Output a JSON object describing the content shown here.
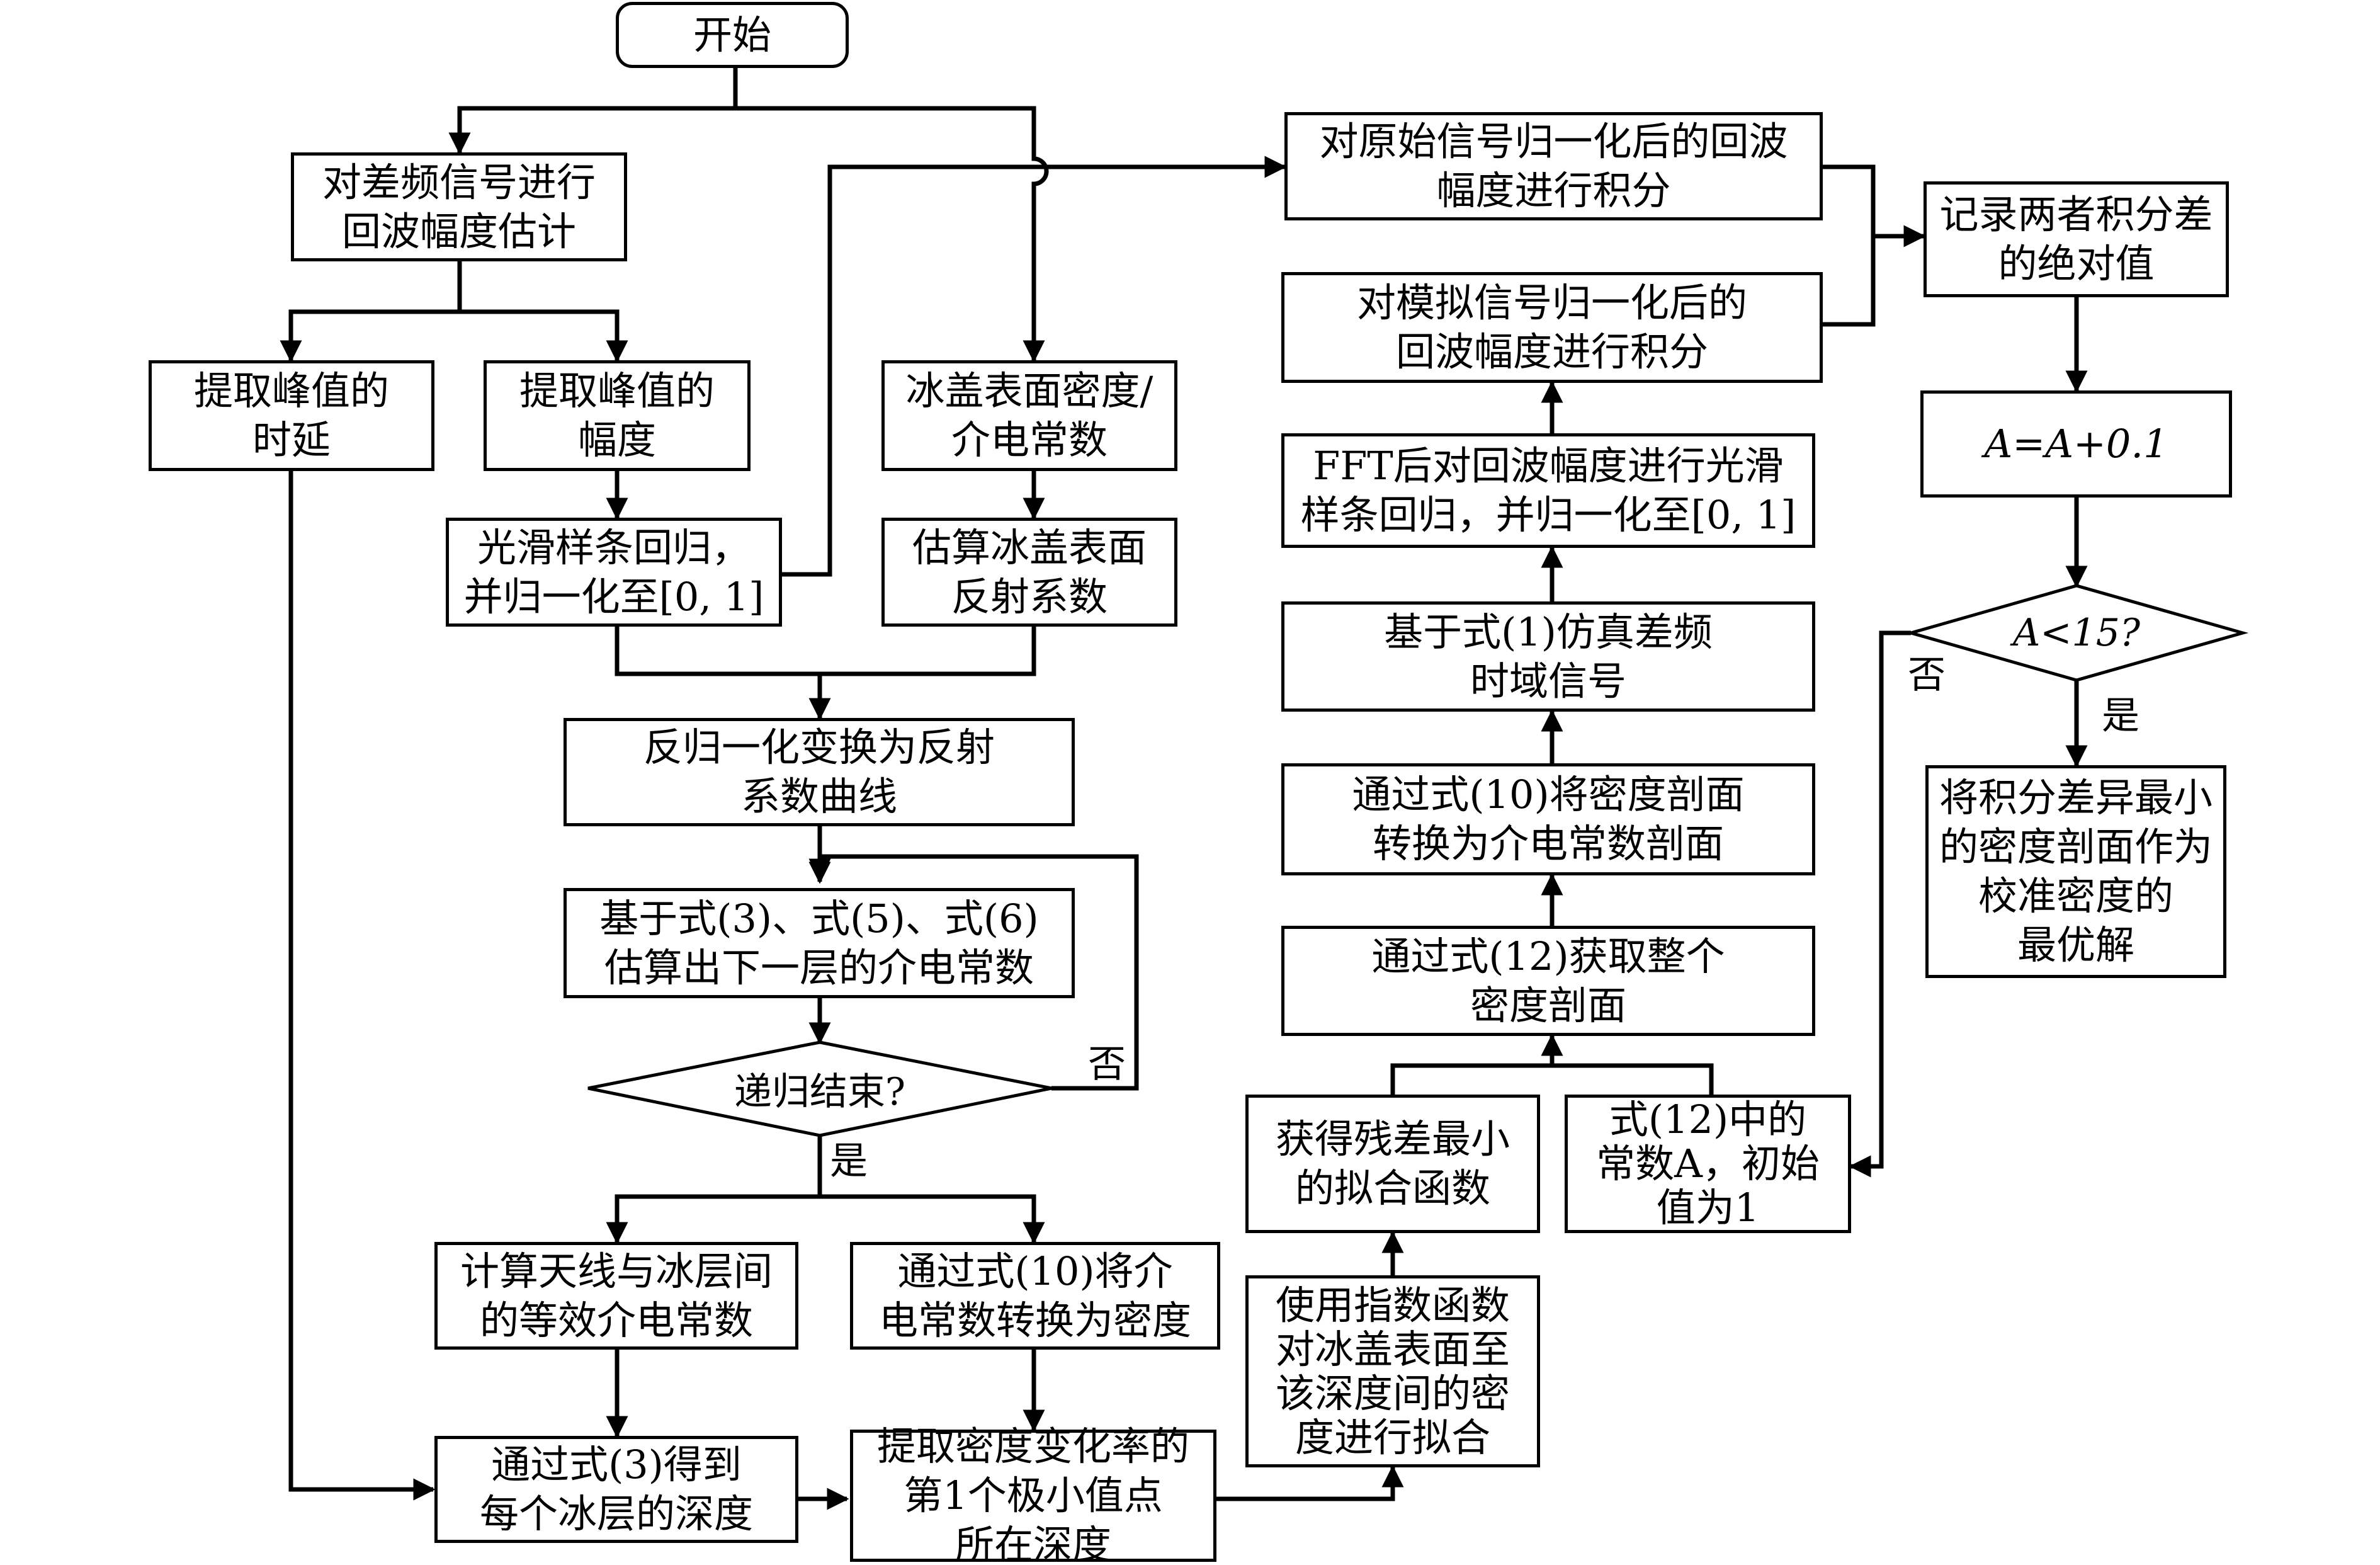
{
  "nodes": {
    "start": "开始",
    "amp_estimate": "对差频信号进行\n回波幅度估计",
    "peak_delay": "提取峰值的\n时延",
    "peak_amp": "提取峰值的\n幅度",
    "surface_density": "冰盖表面密度/\n介电常数",
    "spline_norm": "光滑样条回归，\n并归一化至[0, 1]",
    "surface_reflect": "估算冰盖表面\n反射系数",
    "denorm": "反归一化变换为反射\n系数曲线",
    "estimate_next": "基于式(3)、式(5)、式(6)\n估算出下一层的介电常数",
    "recursion_end": "递归结束?",
    "equiv_permittivity": "计算天线与冰层间\n的等效介电常数",
    "perm_to_density": "通过式(10)将介\n电常数转换为密度",
    "layer_depth": "通过式(3)得到\n每个冰层的深度",
    "min_rate_depth": "提取密度变化率的\n第1个极小值点\n所在深度",
    "exp_fit": "使用指数函数\n对冰盖表面至\n该深度间的密\n度进行拟合",
    "min_residual": "获得残差最小\n的拟合函数",
    "const_a": "式(12)中的\n常数A，初始\n值为1",
    "full_profile": "通过式(12)获取整个\n密度剖面",
    "density_to_perm": "通过式(10)将密度剖面\n转换为介电常数剖面",
    "simulate": "基于式(1)仿真差频\n时域信号",
    "fft_spline": "FFT后对回波幅度进行光滑\n样条回归，并归一化至[0, 1]",
    "integrate_sim": "对模拟信号归一化后的\n回波幅度进行积分",
    "integrate_orig": "对原始信号归一化后的回波\n幅度进行积分",
    "record_diff": "记录两者积分差\n的绝对值",
    "a_update": "A=A+0.1",
    "a_check": "A<15?",
    "best_solution": "将积分差异最小\n的密度剖面作为\n校准密度的\n最优解"
  },
  "labels": {
    "yes": "是",
    "no": "否"
  },
  "style": {
    "stroke": "#000000",
    "background": "#ffffff"
  }
}
